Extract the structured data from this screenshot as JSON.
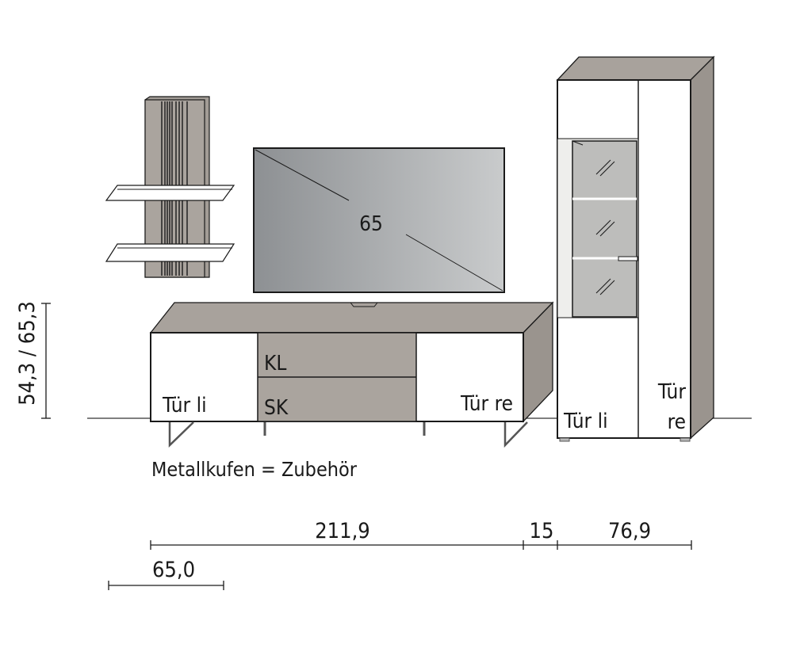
{
  "tv": {
    "size": "65"
  },
  "sideboard": {
    "door_left": "Tür li",
    "door_right": "Tür re",
    "drawer_top": "KL",
    "drawer_bottom": "SK"
  },
  "cabinet": {
    "door_left": "Tür li",
    "door_right_line1": "Tür",
    "door_right_line2": "re"
  },
  "note": "Metallkufen = Zubehör",
  "dimensions": {
    "height": "54,3 / 65,3",
    "sideboard_width": "211,9",
    "gap": "15",
    "cabinet_width": "76,9",
    "shelf_width": "65,0"
  },
  "colors": {
    "taupe": "#aaa49e",
    "taupe_dark": "#9a948e",
    "white": "#ffffff",
    "outline": "#1a1a1a"
  }
}
